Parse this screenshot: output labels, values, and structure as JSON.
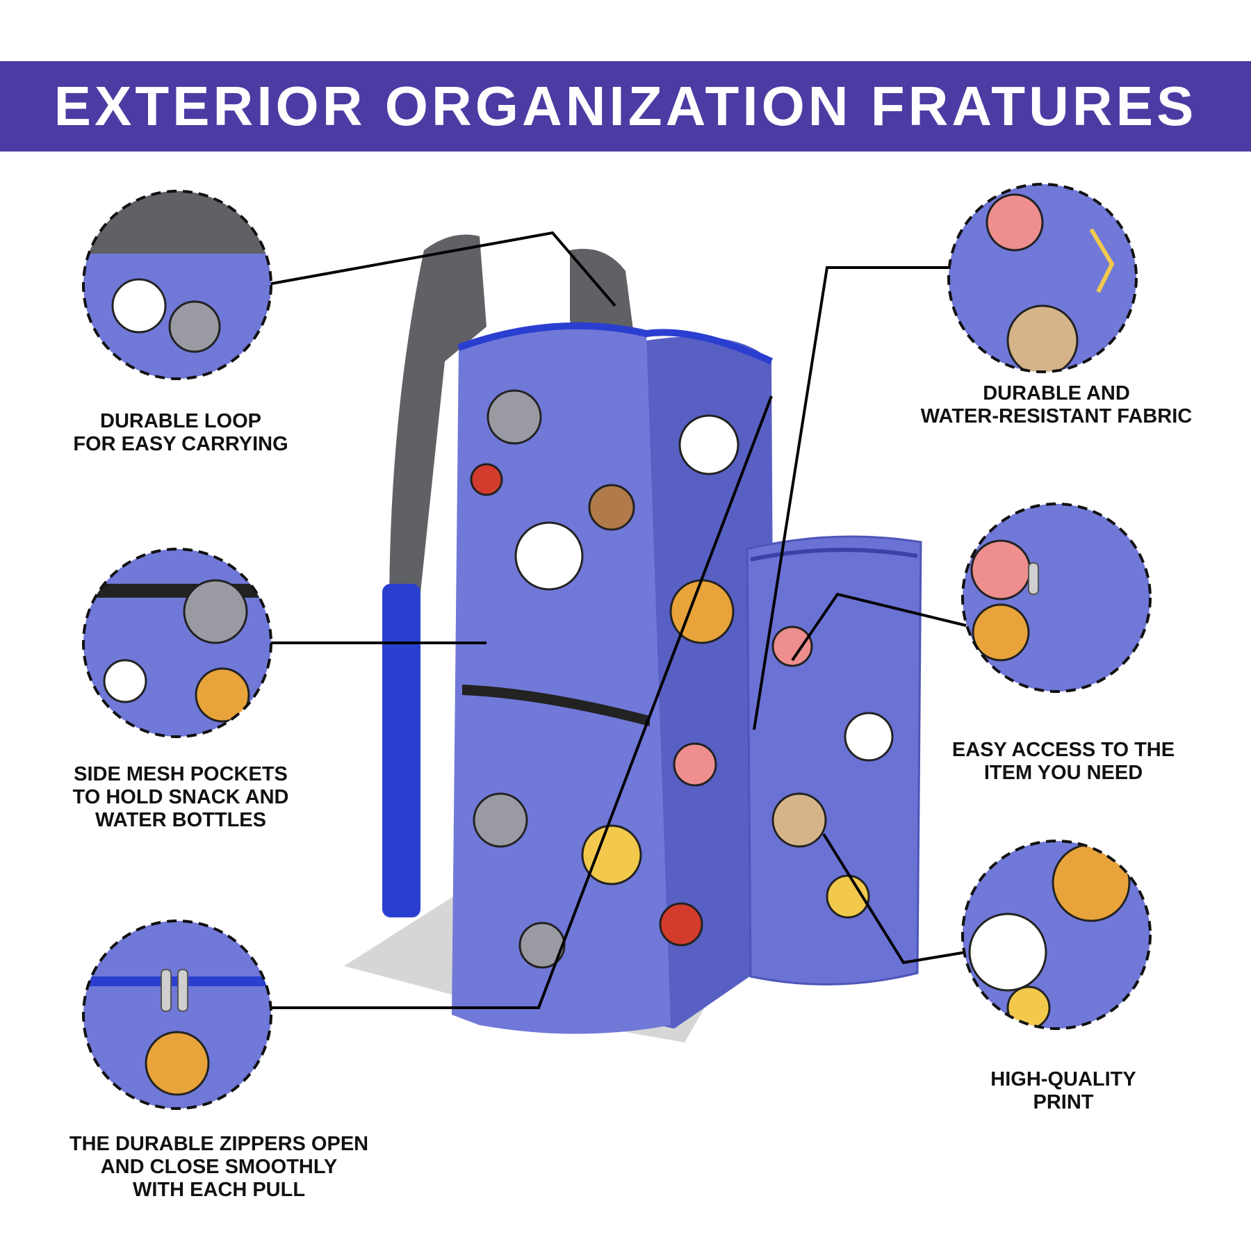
{
  "header": {
    "title": "EXTERIOR ORGANIZATION FRATURES"
  },
  "colors": {
    "banner": "#4b3ca3",
    "fabric": "#7078d8",
    "fabric_dark": "#5860c4",
    "strap": "#5f6165",
    "trim": "#2a3fd0",
    "caption_text": "#111111",
    "callout_line": "#000000"
  },
  "features": [
    {
      "id": "loop",
      "lines": [
        "DURABLE LOOP",
        "FOR EASY CARRYING"
      ]
    },
    {
      "id": "mesh",
      "lines": [
        "SIDE MESH POCKETS",
        "TO HOLD SNACK AND",
        "WATER BOTTLES"
      ]
    },
    {
      "id": "zipper",
      "lines": [
        "THE DURABLE ZIPPERS OPEN",
        "AND CLOSE SMOOTHLY",
        "WITH EACH PULL"
      ]
    },
    {
      "id": "fabric",
      "lines": [
        "DURABLE AND",
        "WATER-RESISTANT FABRIC"
      ]
    },
    {
      "id": "access",
      "lines": [
        "EASY ACCESS TO THE",
        "ITEM YOU NEED"
      ]
    },
    {
      "id": "print",
      "lines": [
        "HIGH-QUALITY",
        "PRINT"
      ]
    }
  ]
}
